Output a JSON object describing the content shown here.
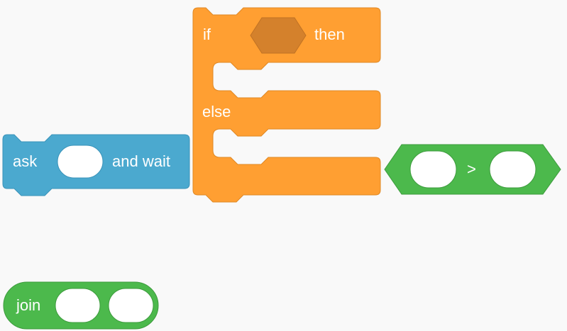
{
  "blocks": {
    "if_else": {
      "if_label": "if",
      "then_label": "then",
      "else_label": "else"
    },
    "ask": {
      "ask_label": "ask",
      "and_wait_label": "and wait"
    },
    "greater_than": {
      "operator_label": ">"
    },
    "join": {
      "join_label": "join"
    }
  },
  "colors": {
    "control": "#ff9f32",
    "control_stroke": "#df8824",
    "control_dark_slot": "#d4812c",
    "sensing": "#4ba9cf",
    "sensing_stroke": "#3a93b9",
    "operators": "#4cb94c",
    "operators_stroke": "#3d9b3d",
    "input": "#ffffff",
    "background": "#f9f9f9"
  }
}
